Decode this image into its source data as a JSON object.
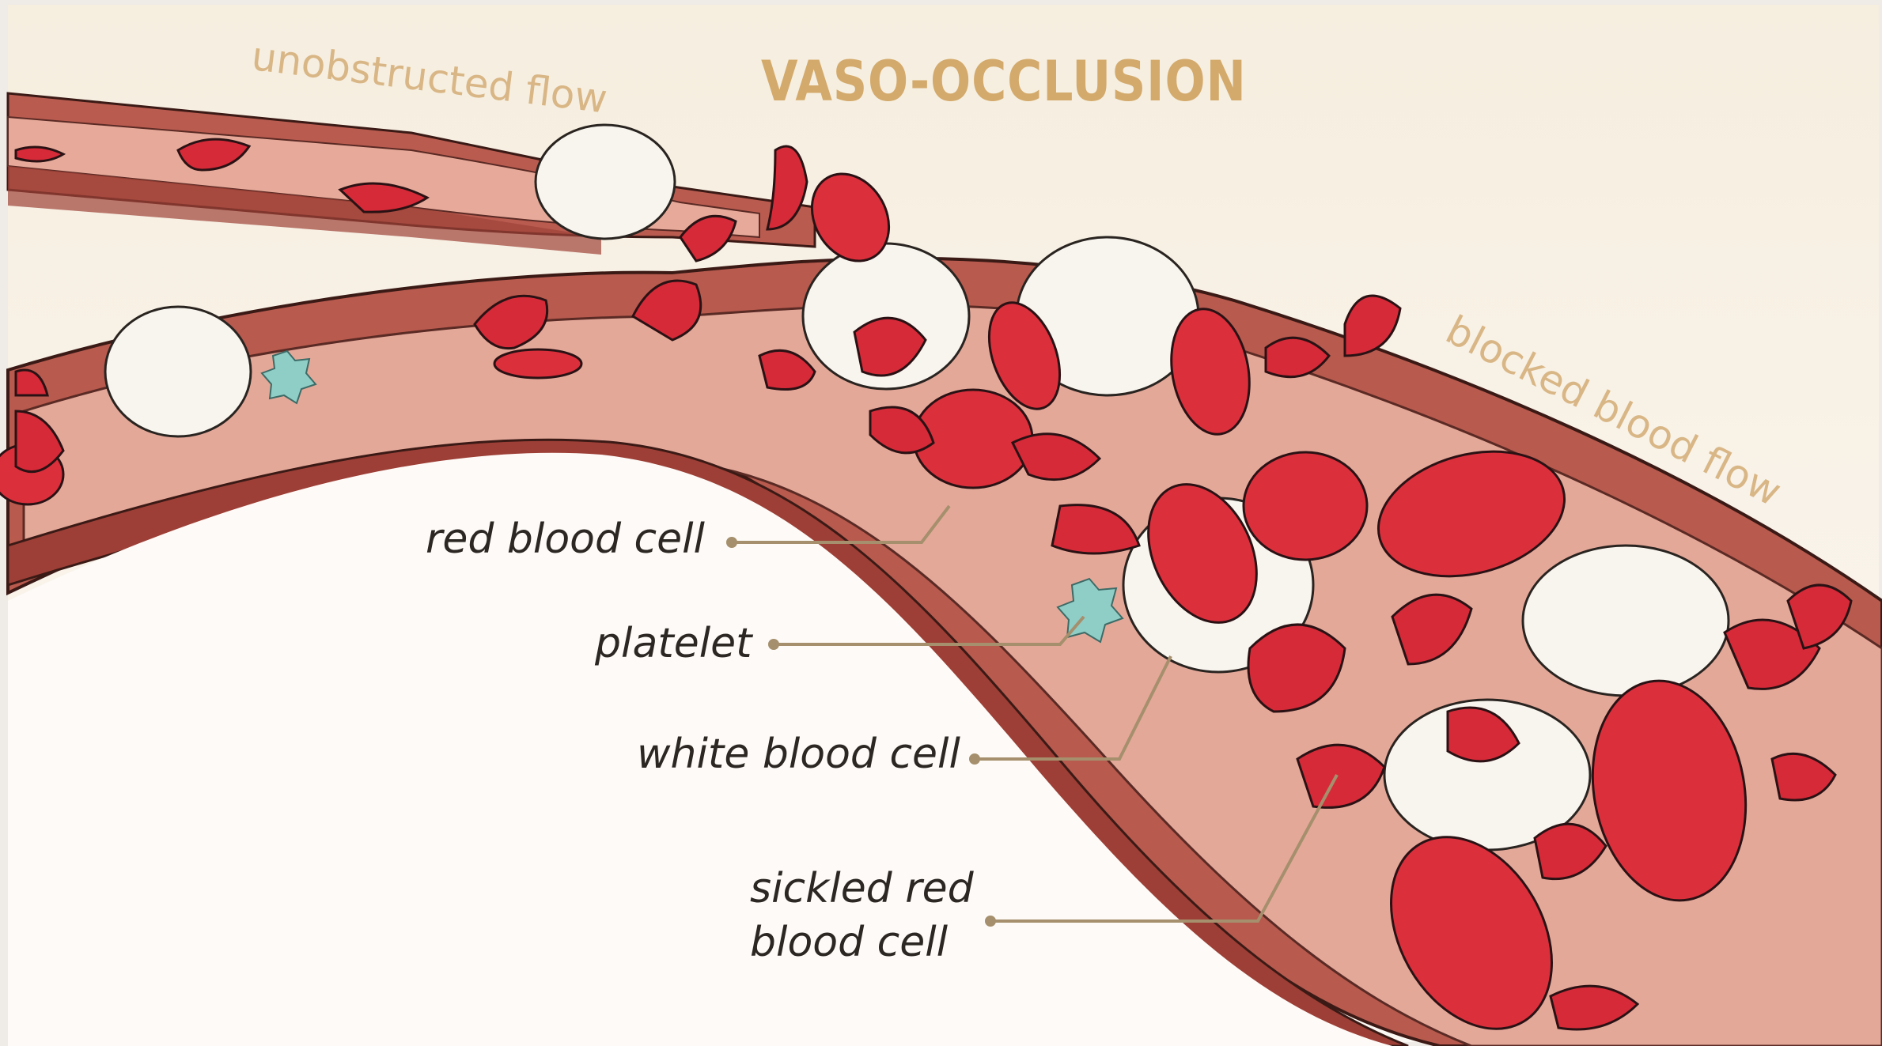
{
  "title": "VASO-OCCLUSION",
  "flow_labels": {
    "unobstructed": "unobstructed flow",
    "blocked": "blocked blood flow"
  },
  "callouts": {
    "red_blood_cell": "red blood cell",
    "platelet": "platelet",
    "white_blood_cell": "white blood cell",
    "sickled_red_blood_cell_line1": "sickled red",
    "sickled_red_blood_cell_line2": "blood cell"
  },
  "colors": {
    "title": "#d3aa6c",
    "flow_label": "#d9b685",
    "leader_line": "#a58f6c",
    "vessel_wall": "#b85a4e",
    "vessel_wall_dark": "#7a2a22",
    "vessel_interior": "#e9b3a3",
    "red_blood_cell": "#dc2f3c",
    "white_blood_cell": "#f7f3ec",
    "platelet": "#8fcdc7",
    "background": "#f1ede9"
  }
}
